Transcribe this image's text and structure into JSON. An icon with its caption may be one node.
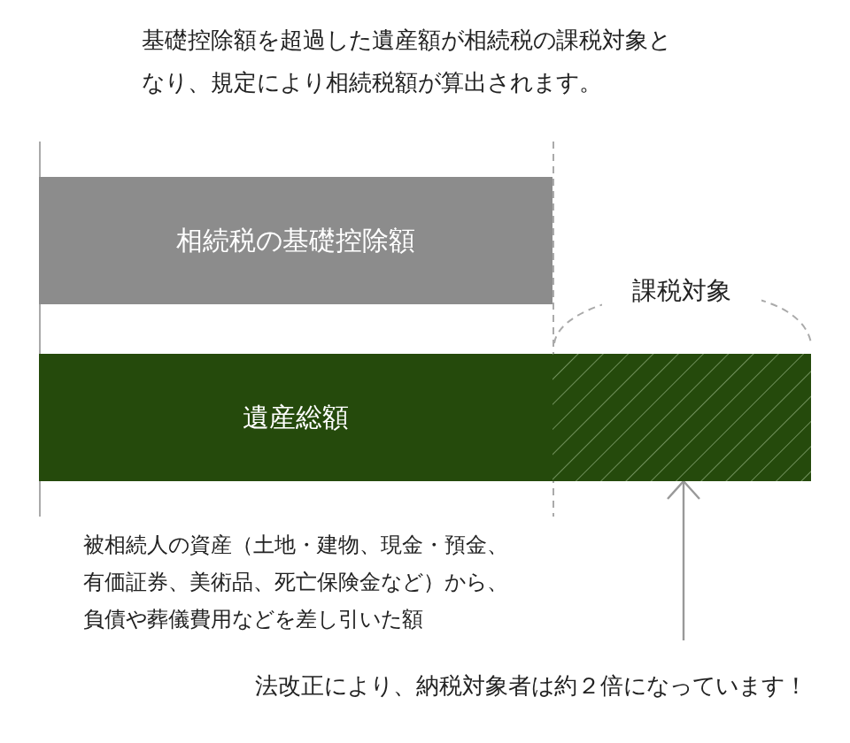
{
  "diagram": {
    "title": "基礎控除額を超過した遺産額が相続税の課税対象となり、規定により相続税額が算出されます。",
    "nodes": [
      {
        "text": [
          "相続税の基礎控除額"
        ]
      },
      {
        "text": [
          "遺産総額"
        ]
      },
      {
        "text": [],
        "shape": "box",
        "in": 1
      },
      {
        "text": [
          "法改正により、納税対象者は約２倍になっています！"
        ]
      }
    ],
    "edges": [
      {
        "from": 3,
        "to": 2,
        "arrow": "to"
      }
    ],
    "labels": [
      "課税対象",
      "被相続人の資産（土地・建物、現金・預金、有価証券、美術品、死亡保険金など）から、負債や葬儀費用などを差し引いた額"
    ]
  }
}
